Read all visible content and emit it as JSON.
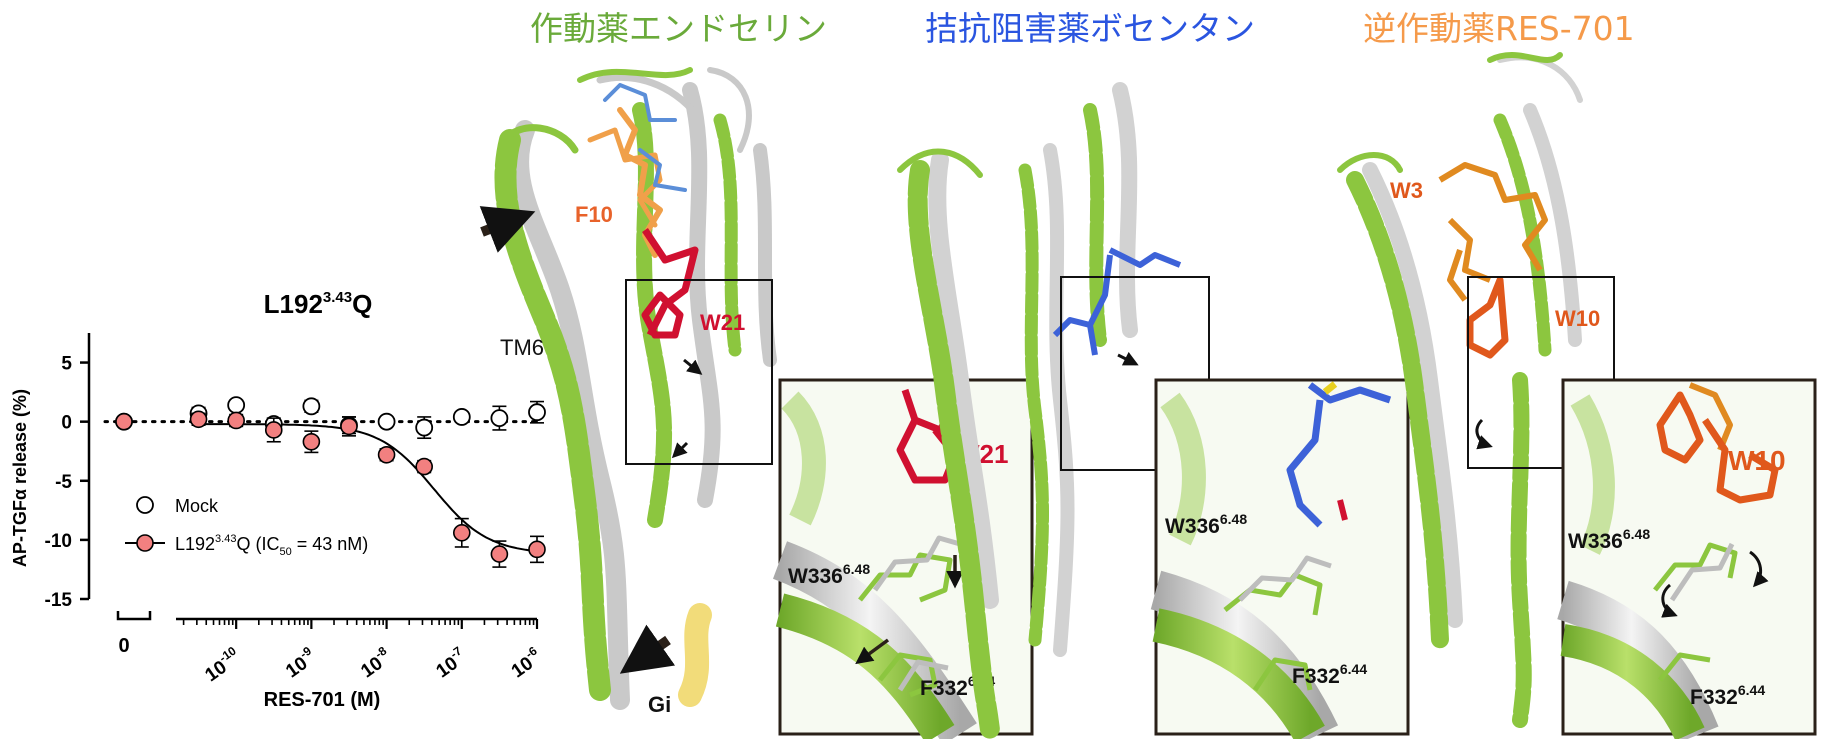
{
  "panel_titles": {
    "agonist": "作動薬エンドセリン",
    "antagonist": "拮抗阻害薬ボセンタン",
    "inverse_agonist": "逆作動薬RES-701"
  },
  "structure_labels": {
    "f10": "F10",
    "w21": "W21",
    "tm6": "TM6",
    "gi": "Gi",
    "w3": "W3",
    "w10": "W10",
    "w336": "W336",
    "w336_sup": "6.48",
    "f332": "F332",
    "f332_sup": "6.44"
  },
  "chart_data": {
    "type": "scatter",
    "title": "L192",
    "title_sup": "3.43",
    "title_suffix": "Q",
    "xlabel": "RES-701 (M)",
    "ylabel": "AP-TGFα release (%)",
    "ylim": [
      -15,
      7.5
    ],
    "yticks": [
      5,
      0,
      -5,
      -10,
      -15
    ],
    "xscale": "log",
    "xlim_log": [
      -10.8,
      -6
    ],
    "xticks_log": [
      -10,
      -9,
      -8,
      -7,
      -6
    ],
    "xticklabels": [
      {
        "base": "10",
        "exp": "-10"
      },
      {
        "base": "10",
        "exp": "-9"
      },
      {
        "base": "10",
        "exp": "-8"
      },
      {
        "base": "10",
        "exp": "-7"
      },
      {
        "base": "10",
        "exp": "-6"
      }
    ],
    "zero_label": "0",
    "series": [
      {
        "name": "Mock",
        "marker": "open-circle",
        "color": "#ffffff",
        "zero_point": {
          "y": 0.0,
          "err": 0
        },
        "points": [
          {
            "logx": -10.5,
            "y": 0.7,
            "err": 0.5
          },
          {
            "logx": -10.0,
            "y": 1.4,
            "err": 0.4
          },
          {
            "logx": -9.5,
            "y": -0.2,
            "err": 0.4
          },
          {
            "logx": -9.0,
            "y": 1.3,
            "err": 0.5
          },
          {
            "logx": -8.5,
            "y": -0.3,
            "err": 0.7
          },
          {
            "logx": -8.0,
            "y": 0.0,
            "err": 0.3
          },
          {
            "logx": -7.5,
            "y": -0.5,
            "err": 0.9
          },
          {
            "logx": -7.0,
            "y": 0.4,
            "err": 0.4
          },
          {
            "logx": -6.5,
            "y": 0.3,
            "err": 1.0
          },
          {
            "logx": -6.0,
            "y": 0.8,
            "err": 0.9
          }
        ]
      },
      {
        "name": "L192",
        "name_sup": "3.43",
        "name_mid": "Q (IC",
        "name_sub": "50",
        "name_end": " = 43 nM)",
        "marker": "filled-circle",
        "color": "#f28080",
        "zero_point": {
          "y": 0.0,
          "err": 0
        },
        "points": [
          {
            "logx": -10.5,
            "y": 0.2,
            "err": 0.5
          },
          {
            "logx": -10.0,
            "y": 0.1,
            "err": 0.5
          },
          {
            "logx": -9.5,
            "y": -0.7,
            "err": 1.0
          },
          {
            "logx": -9.0,
            "y": -1.7,
            "err": 0.9
          },
          {
            "logx": -8.5,
            "y": -0.4,
            "err": 0.8
          },
          {
            "logx": -8.0,
            "y": -2.8,
            "err": 0.5
          },
          {
            "logx": -7.5,
            "y": -3.8,
            "err": 0.5
          },
          {
            "logx": -7.0,
            "y": -9.4,
            "err": 1.2
          },
          {
            "logx": -6.5,
            "y": -11.2,
            "err": 1.1
          },
          {
            "logx": -6.0,
            "y": -10.8,
            "err": 1.1
          }
        ]
      }
    ],
    "fit": {
      "top": -0.2,
      "bottom": -11.2,
      "log_ic50": -7.37,
      "hill": 1.2
    },
    "baseline": {
      "y": 0,
      "style": "dotted"
    }
  },
  "colors": {
    "agonist_title": "#6aaa3a",
    "antagonist_title": "#2a55e0",
    "inverse_title": "#f59a4a",
    "receptor_green": "#8cc63f",
    "receptor_gray": "#c8c8c8",
    "endothelin": "#f0a04a",
    "w21_red": "#d01030",
    "bosentan_blue": "#3d62d8",
    "res701_orange": "#e08a20",
    "w10_orange": "#e0581c",
    "gi_yellow": "#f2dc7a"
  }
}
